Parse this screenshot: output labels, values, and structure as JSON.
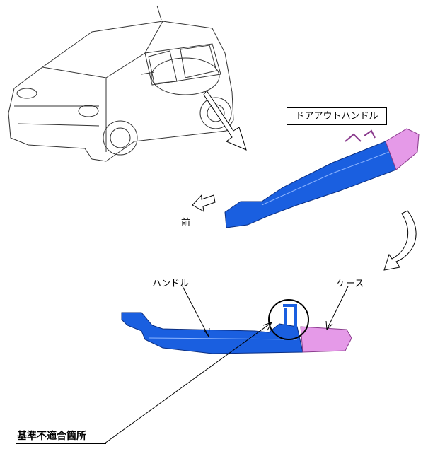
{
  "labels": {
    "part_title": "ドアアウトハンドル",
    "front": "前",
    "handle": "ハンドル",
    "case": "ケース",
    "defect_location": "基準不適合箇所"
  },
  "colors": {
    "handle": "#1a5fe0",
    "case": "#e59ae8",
    "line": "#000000"
  }
}
